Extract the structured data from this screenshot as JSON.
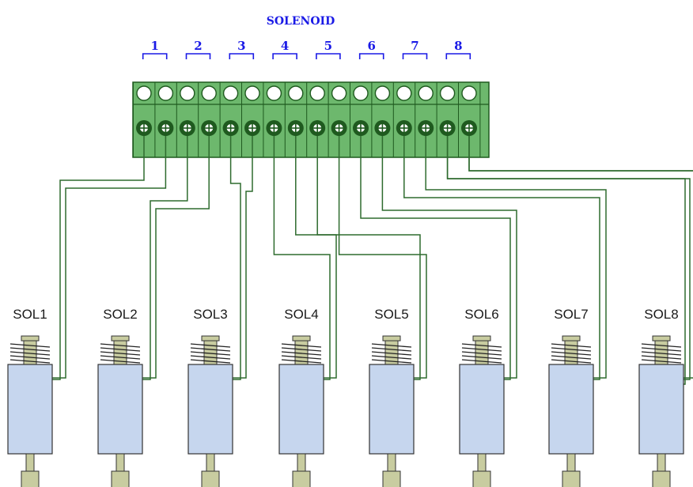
{
  "title": "SOLENOID",
  "terminal_pairs": [
    "1",
    "2",
    "3",
    "4",
    "5",
    "6",
    "7",
    "8"
  ],
  "solenoids": [
    "SOL1",
    "SOL2",
    "SOL3",
    "SOL4",
    "SOL5",
    "SOL6",
    "SOL7",
    "SOL8"
  ],
  "colors": {
    "wire": "#2e6b2e",
    "terminal_block": "#6db86d",
    "screw_dark": "#1f5a1f",
    "solenoid_body": "#c6d6ee",
    "plunger": "#c8cca0",
    "label_blue": "#1a1ae6"
  }
}
